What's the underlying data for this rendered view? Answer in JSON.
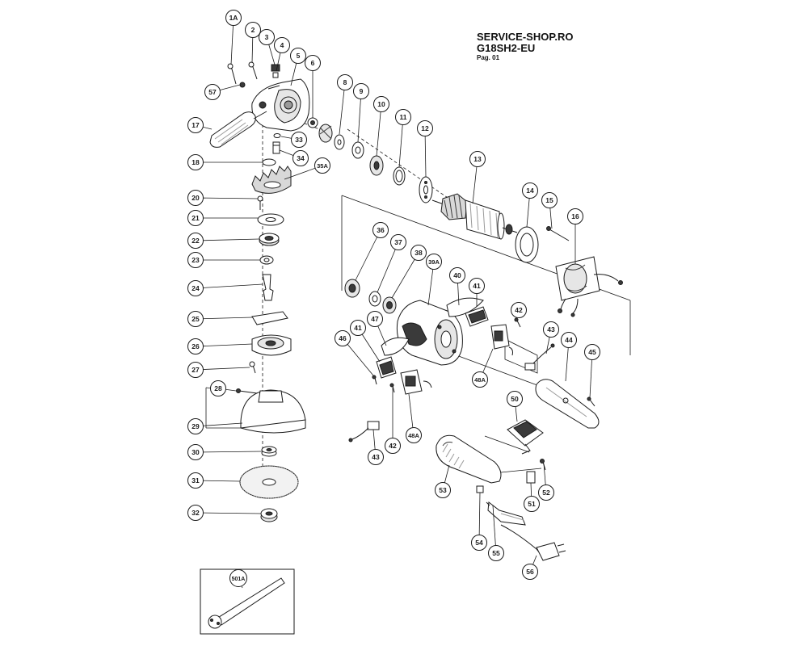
{
  "header": {
    "shop": "SERVICE-SHOP.RO",
    "model": "G18SH2-EU",
    "page": "Pag. 01"
  },
  "parts": [
    {
      "id": "1a",
      "label": "1A"
    },
    {
      "id": "2",
      "label": "2"
    },
    {
      "id": "3",
      "label": "3"
    },
    {
      "id": "4",
      "label": "4"
    },
    {
      "id": "5",
      "label": "5"
    },
    {
      "id": "6",
      "label": "6"
    },
    {
      "id": "8",
      "label": "8"
    },
    {
      "id": "9",
      "label": "9"
    },
    {
      "id": "10",
      "label": "10"
    },
    {
      "id": "11",
      "label": "11"
    },
    {
      "id": "12",
      "label": "12"
    },
    {
      "id": "13",
      "label": "13"
    },
    {
      "id": "14",
      "label": "14"
    },
    {
      "id": "15",
      "label": "15"
    },
    {
      "id": "16",
      "label": "16"
    },
    {
      "id": "17",
      "label": "17"
    },
    {
      "id": "18",
      "label": "18"
    },
    {
      "id": "20",
      "label": "20"
    },
    {
      "id": "21",
      "label": "21"
    },
    {
      "id": "22",
      "label": "22"
    },
    {
      "id": "23",
      "label": "23"
    },
    {
      "id": "24",
      "label": "24"
    },
    {
      "id": "25",
      "label": "25"
    },
    {
      "id": "26",
      "label": "26"
    },
    {
      "id": "27",
      "label": "27"
    },
    {
      "id": "28",
      "label": "28"
    },
    {
      "id": "29",
      "label": "29"
    },
    {
      "id": "30",
      "label": "30"
    },
    {
      "id": "31",
      "label": "31"
    },
    {
      "id": "32",
      "label": "32"
    },
    {
      "id": "33",
      "label": "33"
    },
    {
      "id": "34",
      "label": "34"
    },
    {
      "id": "35a",
      "label": "35A"
    },
    {
      "id": "36",
      "label": "36"
    },
    {
      "id": "37",
      "label": "37"
    },
    {
      "id": "38",
      "label": "38"
    },
    {
      "id": "39a",
      "label": "39A"
    },
    {
      "id": "40",
      "label": "40"
    },
    {
      "id": "41-top",
      "label": "41"
    },
    {
      "id": "41-left",
      "label": "41"
    },
    {
      "id": "42-top",
      "label": "42"
    },
    {
      "id": "42-bottom",
      "label": "42"
    },
    {
      "id": "43-right",
      "label": "43"
    },
    {
      "id": "43-left",
      "label": "43"
    },
    {
      "id": "44",
      "label": "44"
    },
    {
      "id": "45",
      "label": "45"
    },
    {
      "id": "46",
      "label": "46"
    },
    {
      "id": "47",
      "label": "47"
    },
    {
      "id": "48a-right",
      "label": "48A"
    },
    {
      "id": "48a-left",
      "label": "48A"
    },
    {
      "id": "50",
      "label": "50"
    },
    {
      "id": "51",
      "label": "51"
    },
    {
      "id": "52",
      "label": "52"
    },
    {
      "id": "53",
      "label": "53"
    },
    {
      "id": "54",
      "label": "54"
    },
    {
      "id": "55",
      "label": "55"
    },
    {
      "id": "56",
      "label": "56"
    },
    {
      "id": "57",
      "label": "57"
    },
    {
      "id": "501a",
      "label": "501A"
    }
  ],
  "colors": {
    "line": "#1a1a1a",
    "fill": "#ffffff",
    "shade": "#9a9a9a",
    "dark": "#3a3a3a"
  }
}
